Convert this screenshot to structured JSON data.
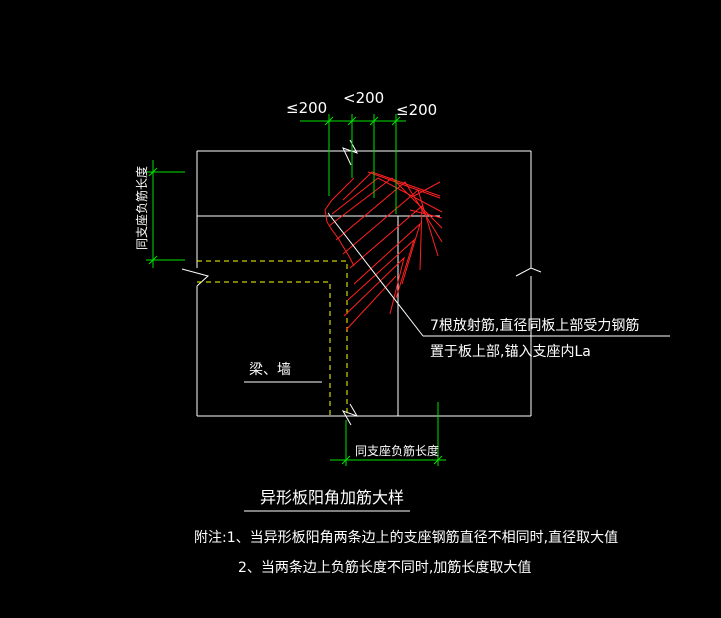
{
  "dimensions": {
    "dim_left": "≤200",
    "dim_mid": "<200",
    "dim_right": "≤200",
    "vertical_label": "同支座负筋长度",
    "bottom_label": "同支座负筋长度"
  },
  "annotations": {
    "radial_bars_line1": "7根放射筋,直径同板上部受力钢筋",
    "radial_bars_line2": "置于板上部,锚入支座内La",
    "support_label": "梁、墙"
  },
  "title": "异形板阳角加筋大样",
  "notes": {
    "line1": "附注:1、当异形板阳角两条边上的支座钢筋直径不相同时,直径取大值",
    "line2": "2、当两条边上负筋长度不同时,加筋长度取大值"
  },
  "colors": {
    "background": "#000000",
    "outline": "#ffffff",
    "rebar": "#ff2020",
    "dimension": "#00e000",
    "hidden_line": "#ffff00",
    "text": "#ffffff"
  }
}
